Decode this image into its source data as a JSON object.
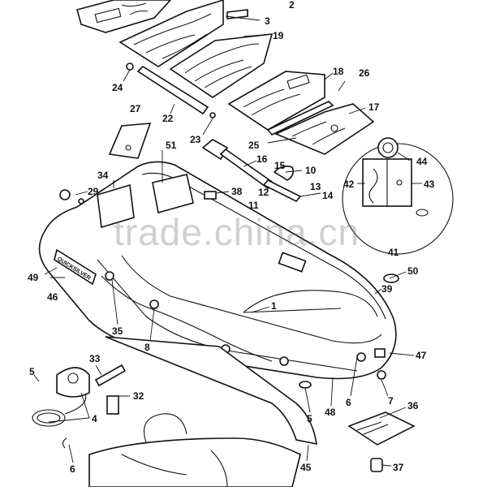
{
  "diagram": {
    "accent_color": "#111111",
    "background_color": "#ffffff",
    "watermark": "trade.china.cn",
    "brand_label": "QUICKSILVER",
    "callouts": [
      "1",
      "2",
      "3",
      "4",
      "5",
      "5",
      "6",
      "6",
      "7",
      "8",
      "10",
      "11",
      "12",
      "13",
      "14",
      "15",
      "16",
      "17",
      "18",
      "19",
      "22",
      "23",
      "24",
      "25",
      "26",
      "27",
      "29",
      "32",
      "33",
      "34",
      "35",
      "36",
      "37",
      "38",
      "39",
      "41",
      "42",
      "43",
      "44",
      "45",
      "46",
      "47",
      "48",
      "49",
      "50",
      "51"
    ]
  }
}
